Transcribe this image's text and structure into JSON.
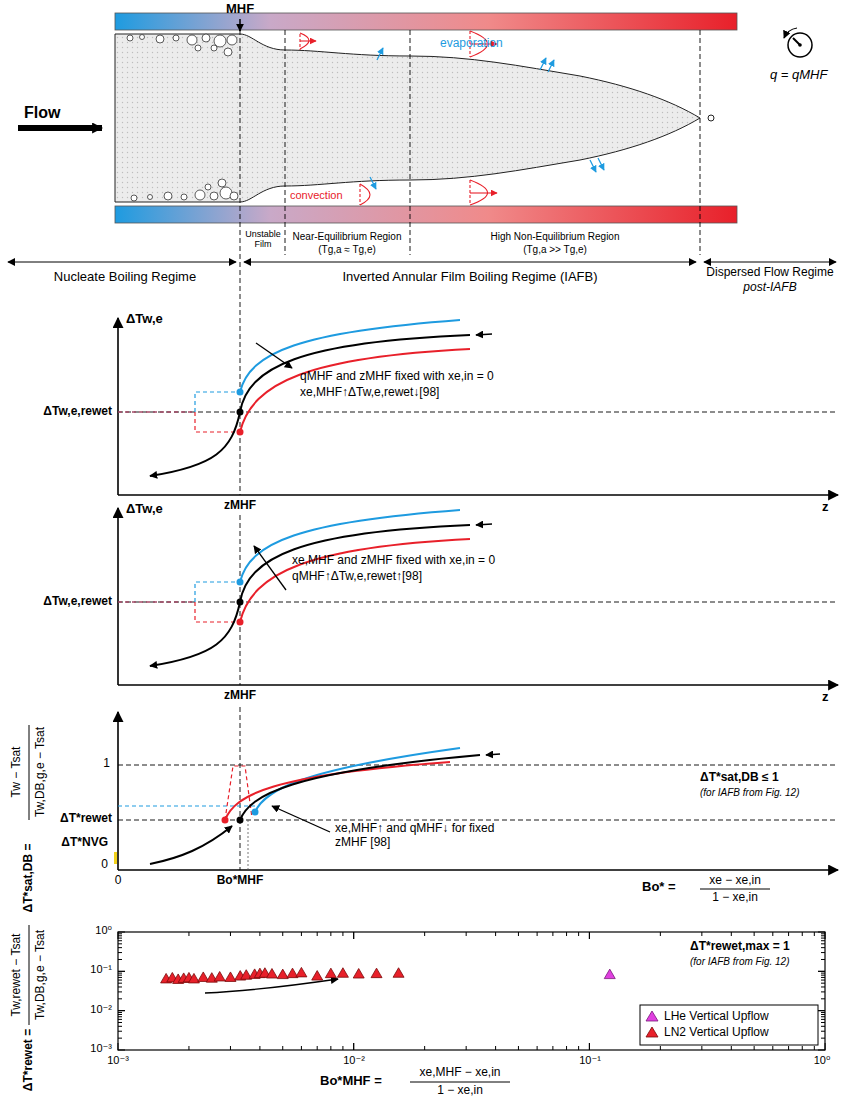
{
  "diagram": {
    "labels": [
      "MHF",
      "Flow",
      "convection",
      "evaporation",
      "q = qMHF",
      "Unstable Film",
      "Near-Equilibrium Region",
      "(Tg,a ≈ Tg,e)",
      "High Non-Equilibrium Region",
      "(Tg,a >> Tg,e)",
      "Nucleate Boiling Regime",
      "Inverted Annular Film Boiling Regime (IAFB)",
      "Dispersed Flow Regime",
      "post-IAFB",
      "ΔTw,e",
      "ΔTw,e,rewet",
      "qMHF and zMHF fixed with xe,in = 0",
      "xe,MHF↑ΔTw,e,rewet↓[98]",
      "zMHF",
      "z",
      "ΔTw,e",
      "ΔTw,e,rewet",
      "xe,MHF and zMHF fixed with xe,in = 0",
      "qMHF↑ΔTw,e,rewet↑[98]",
      "zMHF",
      "z",
      "ΔT*sat,DB =",
      "Tw − Tsat",
      "Tw,DB,g,e − Tsat",
      "1",
      "ΔT*rewet",
      "ΔT*sat,DB ≤ 1",
      "(for IAFB from Fig. 12)",
      "xe,MHF↑ and qMHF↓ for fixed zMHF [98]",
      "ΔT*NVG",
      "0",
      "0",
      "Bo*MHF",
      "Bo* =",
      "xe − xe,in",
      "1 − xe,in",
      "ΔT*rewet =",
      "Tw,rewet − Tsat",
      "Tw,DB,g,e − Tsat",
      "10⁰",
      "10⁻¹",
      "10⁻²",
      "10⁻³",
      "ΔT*rewet,max = 1",
      "(for IAFB from Fig. 12)",
      "10⁻³",
      "10⁻²",
      "10⁻¹",
      "10⁰",
      "Bo*MHF =",
      "xe,MHF − xe,in",
      "1 − xe,in"
    ],
    "legend": [
      {
        "text": "LHe Vertical Upflow"
      },
      {
        "text": "LN2 Vertical Upflow"
      }
    ]
  }
}
